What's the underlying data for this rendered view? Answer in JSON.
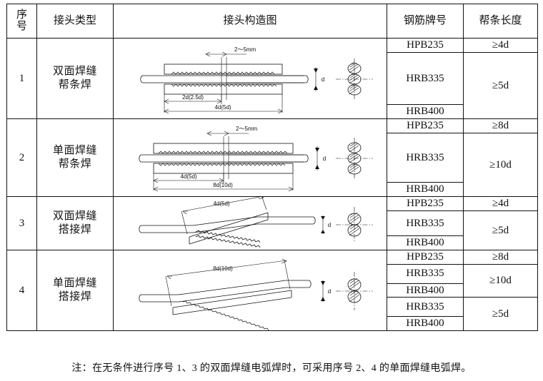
{
  "table": {
    "headers": [
      {
        "name": "index",
        "label_line1": "序",
        "label_line2": "号"
      },
      {
        "name": "joint-type",
        "label": "接头类型"
      },
      {
        "name": "joint-figure",
        "label": "接头构造图"
      },
      {
        "name": "rebar-grade",
        "label": "钢筋牌号"
      },
      {
        "name": "splice-length",
        "label": "帮条长度"
      }
    ],
    "rows": [
      {
        "index": "1",
        "type_line1": "双面焊缝",
        "type_line2": "帮条焊",
        "figure": {
          "style": "splice-double-side",
          "gap_label": "2～5mm",
          "inner_label": "2d(2.5d)",
          "outer_label": "4d(5d)"
        },
        "grades": [
          {
            "grade": "HPB235",
            "length": "≥4d"
          },
          {
            "grade": "HRB335",
            "length": "≥5d"
          },
          {
            "grade": "HRB400",
            "length": ""
          }
        ]
      },
      {
        "index": "2",
        "type_line1": "单面焊缝",
        "type_line2": "帮条焊",
        "figure": {
          "style": "splice-single-side",
          "gap_label": "2～5mm",
          "inner_label": "4d(5d)",
          "outer_label": "8d(10d)"
        },
        "grades": [
          {
            "grade": "HPB235",
            "length": "≥8d"
          },
          {
            "grade": "HRB335",
            "length": "≥10d"
          },
          {
            "grade": "HRB400",
            "length": ""
          }
        ]
      },
      {
        "index": "3",
        "type_line1": "双面焊缝",
        "type_line2": "搭接焊",
        "figure": {
          "style": "lap-double-side",
          "length_label": "4d(5d)"
        },
        "grades": [
          {
            "grade": "HPB235",
            "length": "≥4d"
          },
          {
            "grade": "HRB335",
            "length": "≥5d"
          },
          {
            "grade": "HRB400",
            "length": ""
          }
        ]
      },
      {
        "index": "4",
        "type_line1": "单面焊缝",
        "type_line2": "搭接焊",
        "figure": {
          "style": "lap-single-side",
          "length_label": "8d(10d)"
        },
        "grades": [
          {
            "grade": "HPB235",
            "length": "≥8d"
          },
          {
            "grade": "HRB335",
            "length": "≥10d"
          },
          {
            "grade": "HRB400",
            "length": ""
          },
          {
            "grade": "HRB335",
            "length": "≥5d"
          },
          {
            "grade": "HRB400",
            "length": ""
          }
        ]
      }
    ]
  },
  "note": "注：在无条件进行序号 1、3 的双面焊缝电弧焊时，可采用序号 2、4 的单面焊缝电弧焊。",
  "colors": {
    "line": "#111111",
    "background": "#ffffff"
  }
}
